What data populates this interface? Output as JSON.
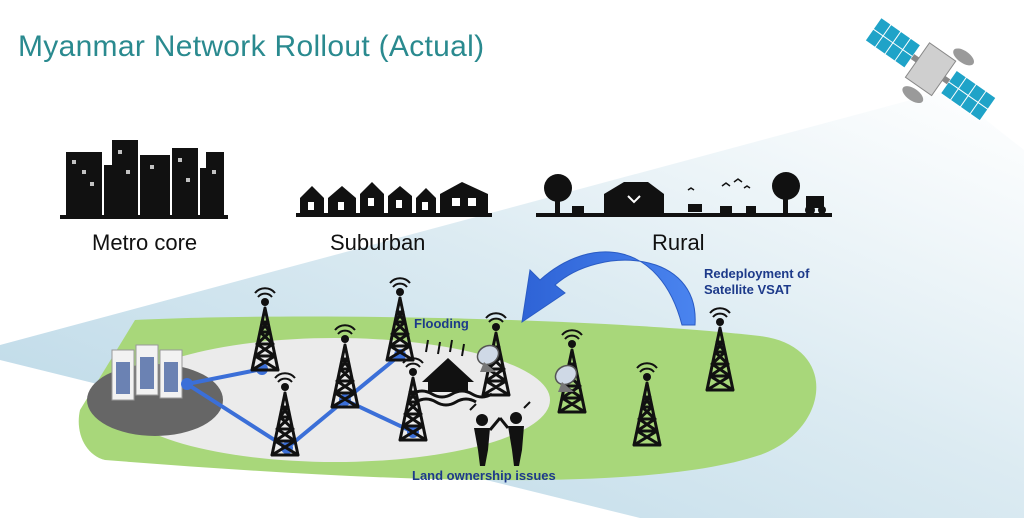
{
  "title": "Myanmar Network Rollout (Actual)",
  "zones": {
    "metro": "Metro core",
    "suburban": "Suburban",
    "rural": "Rural"
  },
  "annotations": {
    "flooding": "Flooding",
    "land": "Land ownership issues",
    "redeploy_line1": "Redeployment of",
    "redeploy_line2": "Satellite VSAT"
  },
  "colors": {
    "title": "#2a8a8f",
    "rural_ring": "#a8d77a",
    "suburban_ring": "#ebebeb",
    "metro_core": "#666666",
    "link": "#3b6fd8",
    "arrow": "#3570e0",
    "annotation": "#1d3a8a",
    "beam": "#d2e8f0"
  },
  "icons": [
    "satellite-icon",
    "cell-tower-icon",
    "server-rack-icon",
    "flooded-house-icon",
    "vsat-dish-icon",
    "people-arguing-icon",
    "city-skyline-icon",
    "houses-icon",
    "farm-icon"
  ]
}
